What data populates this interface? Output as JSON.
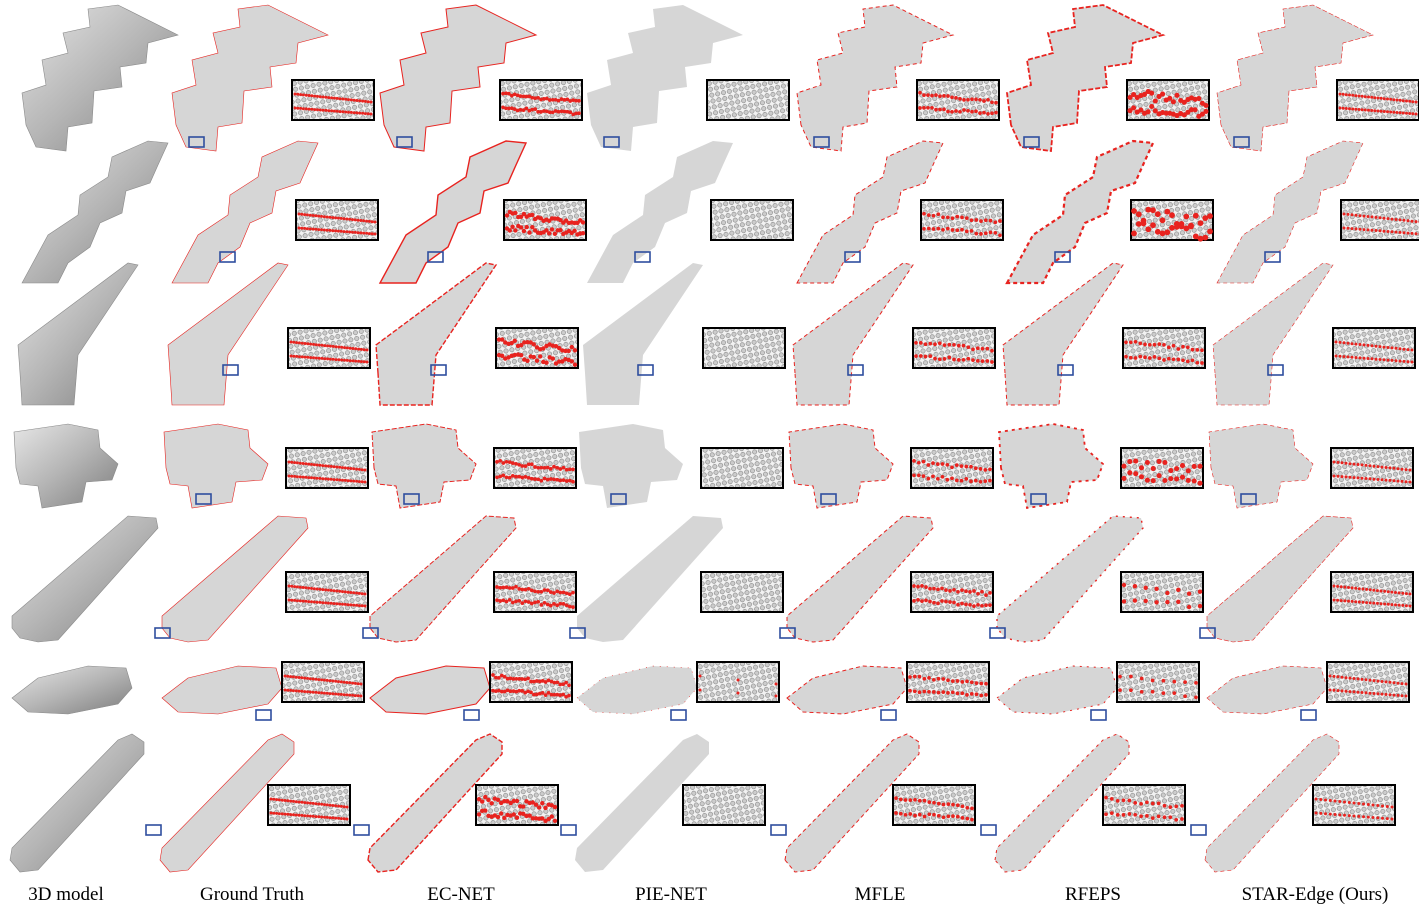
{
  "figure": {
    "columns": [
      "3D model",
      "Ground Truth",
      "EC-NET",
      "PIE-NET",
      "MFLE",
      "RFEPS",
      "STAR-Edge (Ours)"
    ],
    "rows": [
      {
        "name": "row-1-stepped-plate"
      },
      {
        "name": "row-2-curved-plate"
      },
      {
        "name": "row-3-wedge-plate"
      },
      {
        "name": "row-4-step-block"
      },
      {
        "name": "row-5-rounded-sheet"
      },
      {
        "name": "row-6-notched-plate"
      },
      {
        "name": "row-7-slot-plate"
      }
    ],
    "colors": {
      "shape_fill": "#d6d6d6",
      "model_fill": "#bdbdbd",
      "edge_red": "#e8231f",
      "box_blue": "#2f4e9e",
      "inset_border": "#000000"
    }
  }
}
